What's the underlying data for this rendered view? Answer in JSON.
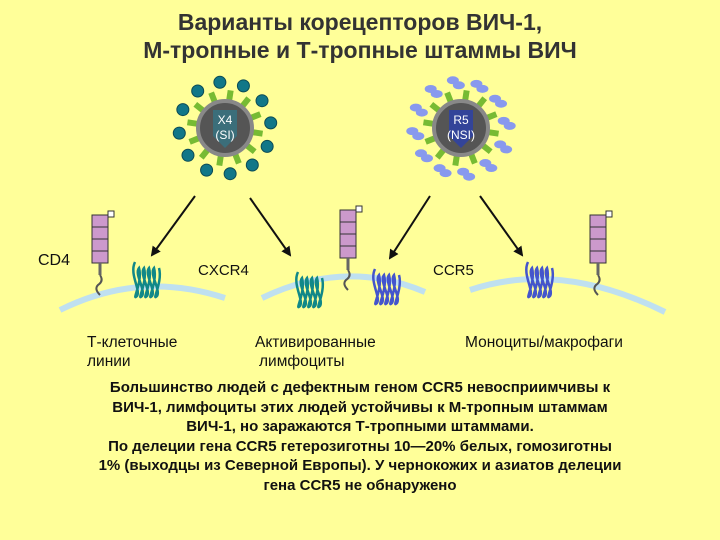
{
  "title": {
    "line1": "Варианты корецепторов ВИЧ-1,",
    "line2": "М-тропные и Т-тропные штаммы ВИЧ"
  },
  "virus_x4": {
    "line1": "X4",
    "line2": "(SI)"
  },
  "virus_r5": {
    "line1": "R5",
    "line2": "(NSI)"
  },
  "receptors": {
    "cd4": "CD4",
    "cxcr4": "CXCR4",
    "ccr5": "CCR5"
  },
  "cells": {
    "t_cell": {
      "line1": "Т-клеточные",
      "line2": "линии"
    },
    "activated": {
      "line1": "Активированные",
      "line2": "лимфоциты"
    },
    "mono": {
      "line1": "Моноциты/макрофаги"
    }
  },
  "bottom_text": {
    "line1": "Большинство людей с дефектным геном CCR5 невосприимчивы к",
    "line2": "ВИЧ-1, лимфоциты этих людей устойчивы к М-тропным штаммам",
    "line3": "ВИЧ-1, но заражаются Т-тропными штаммами.",
    "line4": "По делеции гена CCR5 гетерозиготны 10—20% белых, гомозиготны",
    "line5": "1% (выходцы из Северной Европы). У чернокожих и азиатов делеции",
    "line6": "гена CCR5 не обнаружено"
  },
  "colors": {
    "background": "#ffff99",
    "virus_core": "#555555",
    "x4_knob": "#117788",
    "r5_knob": "#8899ee",
    "spike": "#77bb33",
    "cd4": "#cc99cc",
    "cxcr4": "#118888",
    "ccr5": "#4455cc",
    "membrane": "#bfe0f0"
  },
  "icons": [
    "virus-icon",
    "cd4-receptor-icon",
    "coreceptor-helix-icon",
    "arrow-icon",
    "cell-membrane-icon"
  ]
}
